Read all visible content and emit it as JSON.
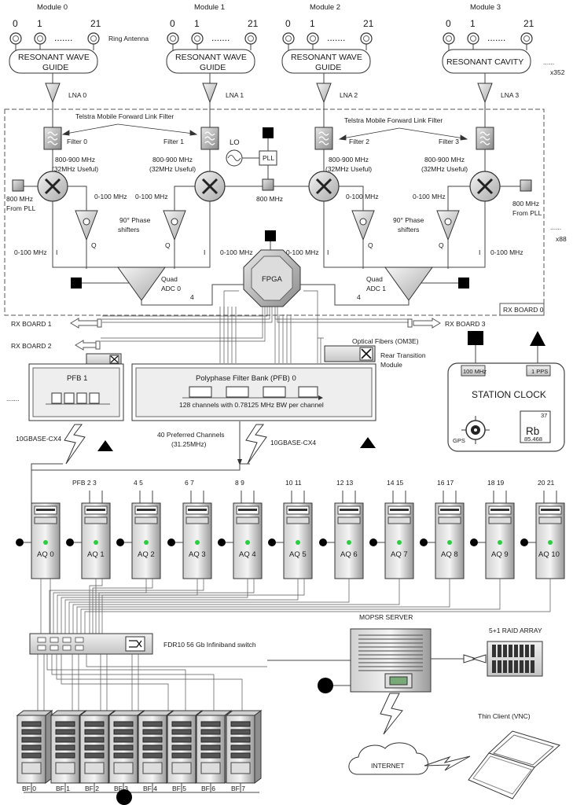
{
  "modules": [
    {
      "title": "Module 0",
      "ant": [
        "0",
        "1",
        "21"
      ],
      "guide": [
        "RESONANT WAVE",
        "GUIDE"
      ],
      "lna": "LNA 0"
    },
    {
      "title": "Module 1",
      "ant": [
        "0",
        "1",
        "21"
      ],
      "guide": [
        "RESONANT WAVE",
        "GUIDE"
      ],
      "lna": "LNA 1"
    },
    {
      "title": "Module 2",
      "ant": [
        "0",
        "1",
        "21"
      ],
      "guide": [
        "RESONANT WAVE",
        "GUIDE"
      ],
      "lna": "LNA 2"
    },
    {
      "title": "Module 3",
      "ant": [
        "0",
        "1",
        "21"
      ],
      "guide": [
        "RESONANT CAVITY"
      ],
      "lna": "LNA 3"
    }
  ],
  "dots": ".......",
  "dots_short": "......",
  "ring_antenna": "Ring Antenna",
  "x352": "x352",
  "x88": "x88",
  "telstra": "Telstra Mobile Forward Link Filter",
  "filters": [
    "Filter 0",
    "Filter 1",
    "Filter 2",
    "Filter 3"
  ],
  "band": "800-900 MHz",
  "band_useful": "(32MHz Useful)",
  "lo": "LO",
  "pll": "PLL",
  "mhz800": "800 MHz",
  "mhz800_pll": [
    "800 MHz",
    "From PLL"
  ],
  "if_band": "0-100 MHz",
  "phase": [
    "90° Phase",
    "shifters"
  ],
  "iq": [
    "I",
    "Q"
  ],
  "fpga": "FPGA",
  "adc0": [
    "Quad",
    "ADC 0"
  ],
  "adc1": [
    "Quad",
    "ADC 1"
  ],
  "bus4": "4",
  "rx_board0": "RX BOARD 0",
  "rx_board1": "RX BOARD 1",
  "rx_board2": "RX BOARD 2",
  "rx_board3": "RX BOARD 3",
  "optical": "Optical Fibers (OM3E)",
  "rtm": [
    "Rear Transition",
    "Module"
  ],
  "pfb1": "PFB 1",
  "pfb0": "Polyphase Filter Bank (PFB) 0",
  "pfb0_desc": "128 channels with 0.78125 MHz BW per channel",
  "cx4": "10GBASE-CX4",
  "preferred": [
    "40 Preferred Channels",
    "(31.25MHz)"
  ],
  "clock": {
    "title": "STATION CLOCK",
    "in1": "100 MHz",
    "in2": "1 PPS",
    "gps": "GPS",
    "rb": "Rb",
    "rb_num": "37",
    "rb_mass": "85.468"
  },
  "pfb_pairs": [
    "PFB 2   3",
    "4   5",
    "6   7",
    "8   9",
    "10 11",
    "12 13",
    "14 15",
    "16 17",
    "18 19",
    "20 21"
  ],
  "aq": [
    "AQ 0",
    "AQ 1",
    "AQ 2",
    "AQ 3",
    "AQ 4",
    "AQ 5",
    "AQ 6",
    "AQ 7",
    "AQ 8",
    "AQ 9",
    "AQ 10"
  ],
  "switch": "FDR10 56 Gb Infiniband switch",
  "server": "MOPSR SERVER",
  "raid": "5+1 RAID ARRAY",
  "thin": "Thin Client (VNC)",
  "internet": "INTERNET",
  "bf": [
    "BF 0",
    "BF 1",
    "BF 2",
    "BF 3",
    "BF 4",
    "BF 5",
    "BF 6",
    "BF 7"
  ]
}
